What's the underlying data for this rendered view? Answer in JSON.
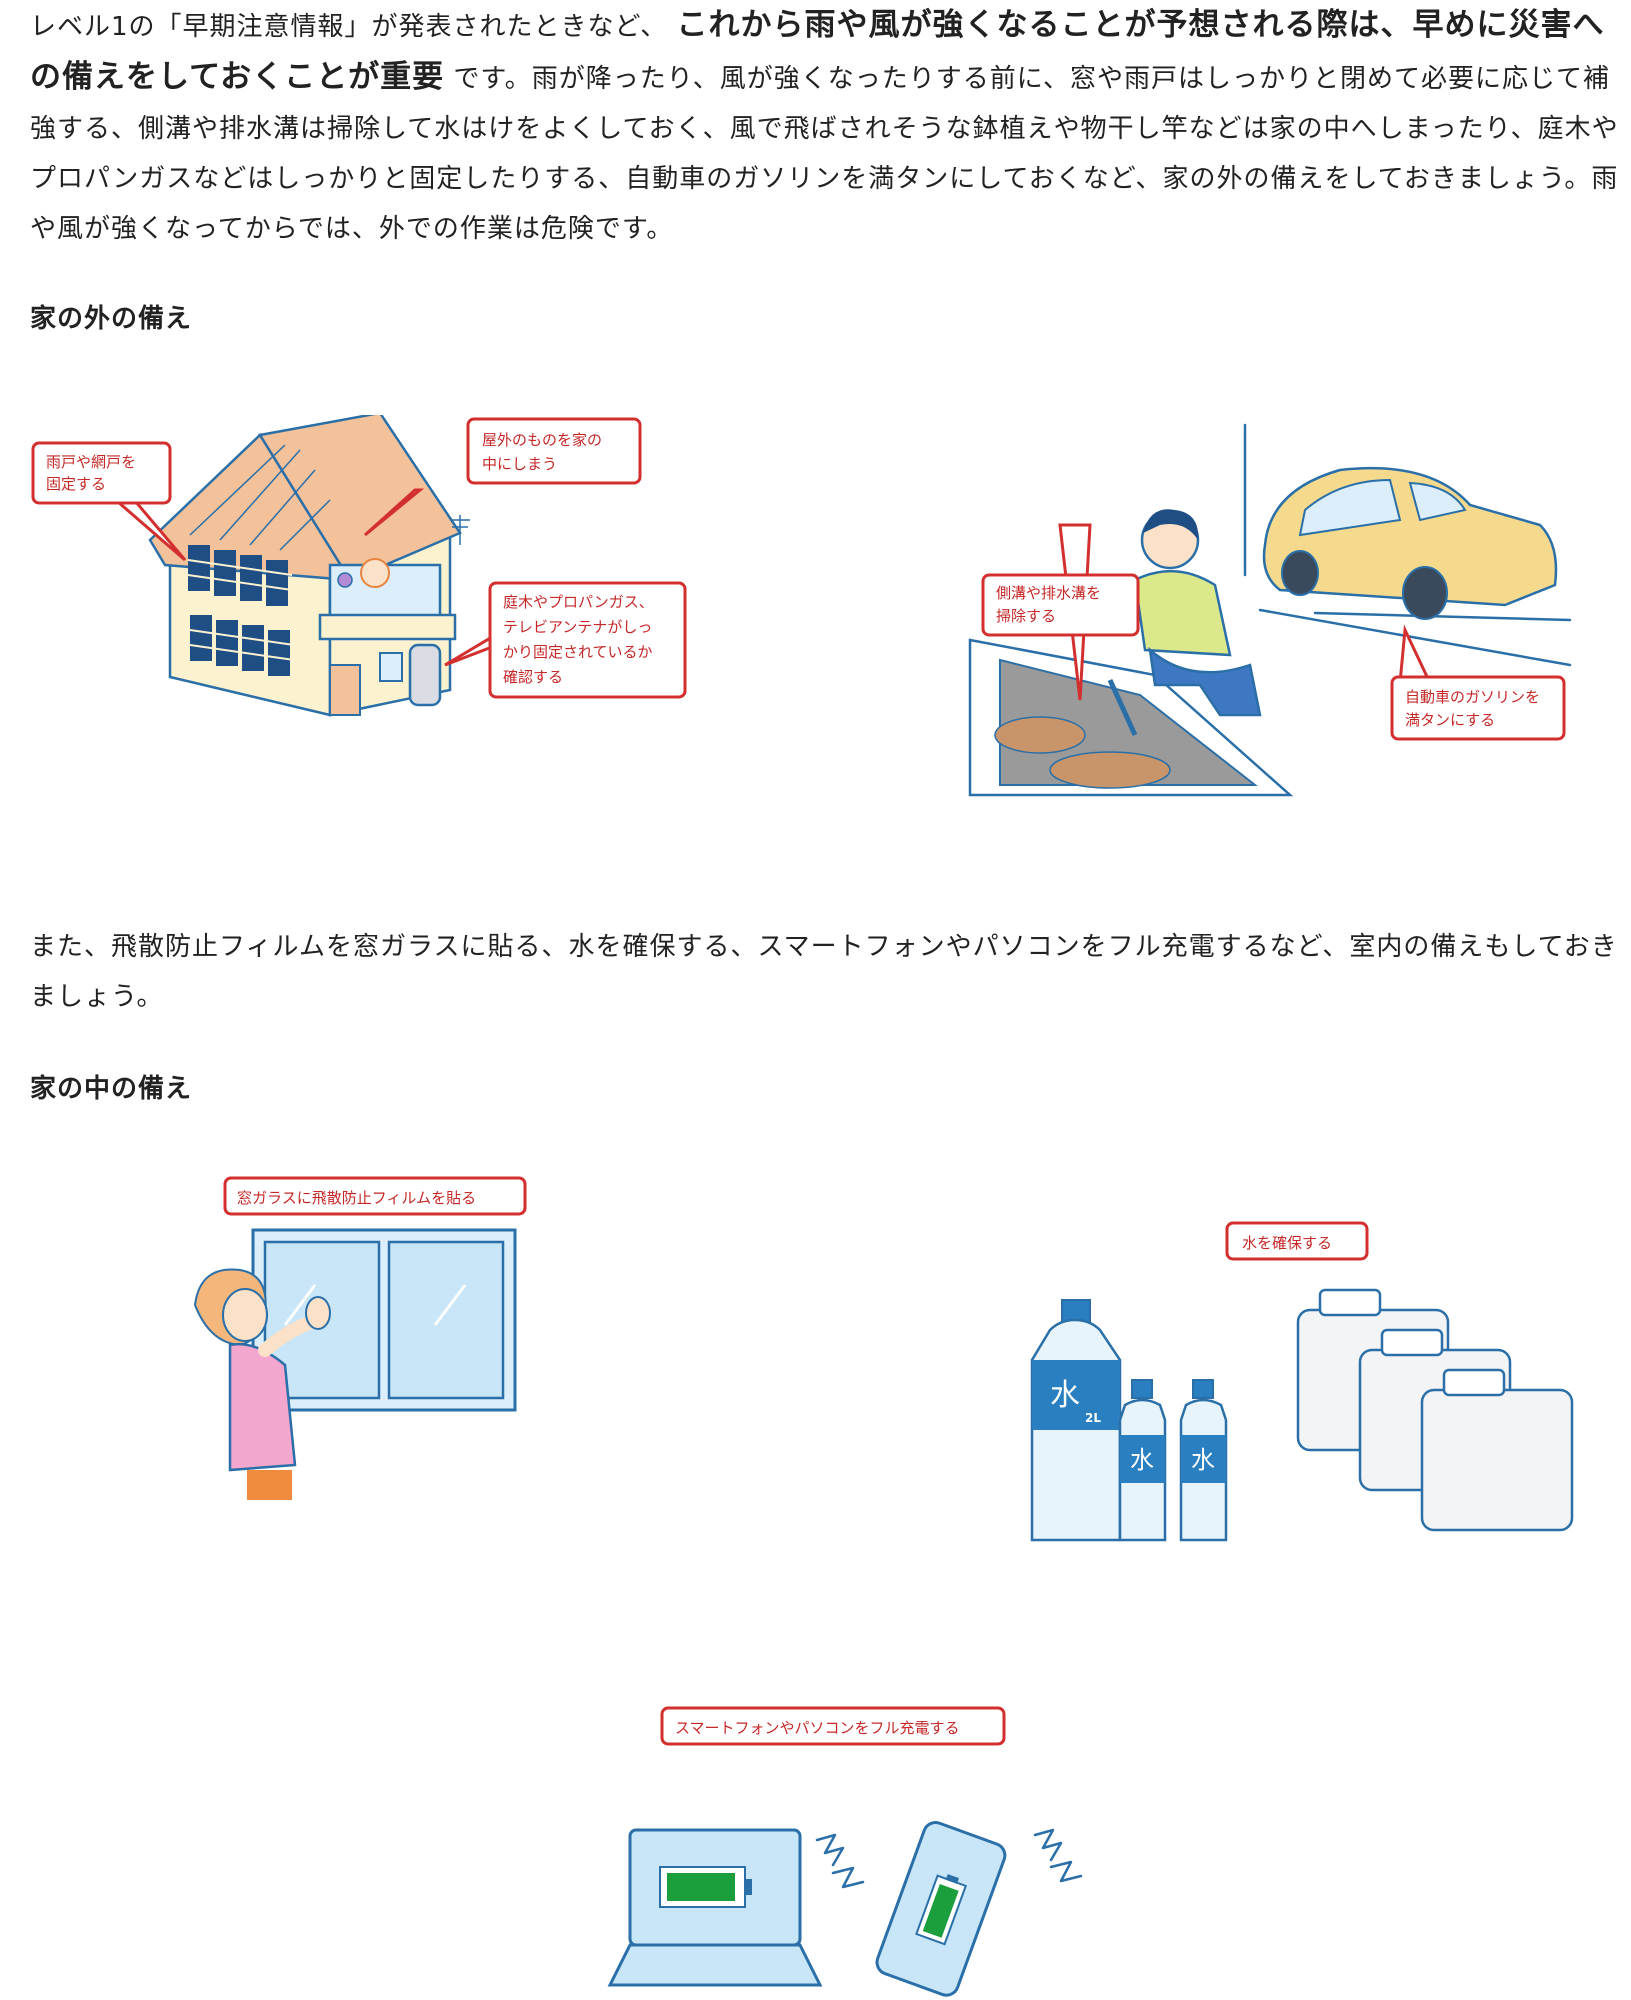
{
  "intro": {
    "text_before": "レベル1の「早期注意情報」が発表されたときなど、",
    "emphasis": "これから雨や風が強くなることが予想される際は、早めに災害への備えをしておくことが重要",
    "text_after": "です。雨が降ったり、風が強くなったりする前に、窓や雨戸はしっかりと閉めて必要に応じて補強する、側溝や排水溝は掃除して水はけをよくしておく、風で飛ばされそうな鉢植えや物干し竿などは家の中へしまったり、庭木やプロパンガスなどはしっかりと固定したりする、自動車のガソリンを満タンにしておくなど、家の外の備えをしておきましょう。雨や風が強くなってからでは、外での作業は危険です。"
  },
  "outside": {
    "heading": "家の外の備え",
    "house_callouts": {
      "shutters": [
        "雨戸や網戸を",
        "固定する"
      ],
      "items_inside": [
        "屋外のものを家の",
        "中にしまう"
      ],
      "secure": [
        "庭木やプロパンガス、",
        "テレビアンテナがしっ",
        "かり固定されているか",
        "確認する"
      ]
    },
    "street_callouts": {
      "drain": [
        "側溝や排水溝を",
        "掃除する"
      ],
      "gasoline": [
        "自動車のガソリンを",
        "満タンにする"
      ]
    }
  },
  "indoor_intro": "また、飛散防止フィルムを窓ガラスに貼る、水を確保する、スマートフォンやパソコンをフル充電するなど、室内の備えもしておきましょう。",
  "inside": {
    "heading": "家の中の備え",
    "film_callout": "窓ガラスに飛散防止フィルムを貼る",
    "water_callout": "水を確保する",
    "bottle_labels": {
      "big": "水",
      "big_size": "2L",
      "small": "水"
    },
    "charge_callout": "スマートフォンやパソコンをフル充電する"
  },
  "colors": {
    "callout_red": "#d32f2f",
    "line_blue": "#2a6fa8",
    "house_wall": "#fdf2d0",
    "roof": "#f4c29a",
    "car": "#f5d98c",
    "battery_green": "#1a9f3c"
  }
}
